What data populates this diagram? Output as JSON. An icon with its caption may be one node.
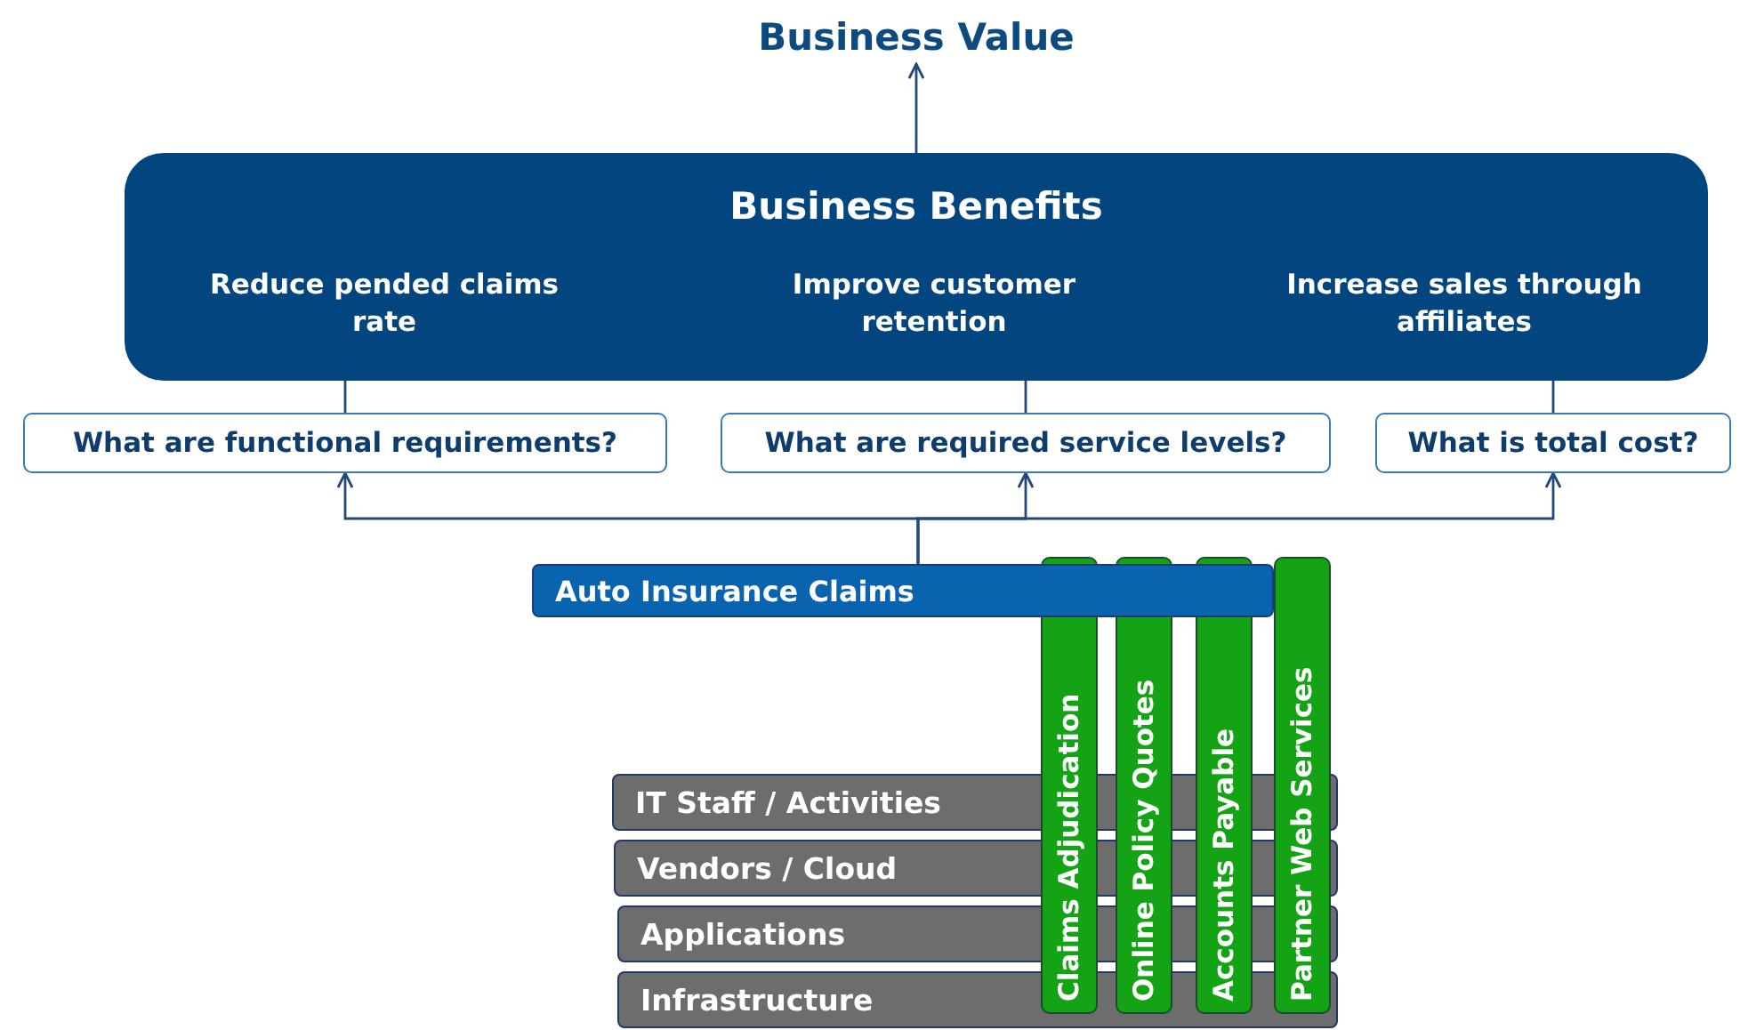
{
  "diagram": {
    "nodes": [
      {
        "text": [
          "Business Value"
        ]
      },
      {
        "text": [
          "Business Benefits",
          "Reduce pended claims rate",
          "Improve customer retention",
          "Increase sales through affiliates"
        ]
      },
      {
        "text": [
          "What are functional requirements?"
        ]
      },
      {
        "text": [
          "What are required service levels?"
        ]
      },
      {
        "text": [
          "What is total cost?"
        ]
      },
      {
        "text": [
          "Auto Insurance Claims"
        ]
      },
      {
        "text": [
          "IT Staff / Activities"
        ]
      },
      {
        "text": [
          "Vendors / Cloud"
        ]
      },
      {
        "text": [
          "Applications"
        ]
      },
      {
        "text": [
          "Infrastructure"
        ]
      },
      {
        "text": [
          "Claims Adjudication"
        ]
      },
      {
        "text": [
          "Online Policy Quotes"
        ]
      },
      {
        "text": [
          "Accounts Payable"
        ]
      },
      {
        "text": [
          "Partner Web Services"
        ]
      }
    ],
    "edges": [
      {
        "from": 1,
        "to": 0,
        "arrow": "to"
      },
      {
        "from": 1,
        "to": 2,
        "arrow": "none"
      },
      {
        "from": 1,
        "to": 3,
        "arrow": "none"
      },
      {
        "from": 1,
        "to": 4,
        "arrow": "none"
      },
      {
        "from": 5,
        "to": 2,
        "arrow": "to"
      },
      {
        "from": 5,
        "to": 3,
        "arrow": "to"
      },
      {
        "from": 5,
        "to": 4,
        "arrow": "to"
      }
    ]
  }
}
